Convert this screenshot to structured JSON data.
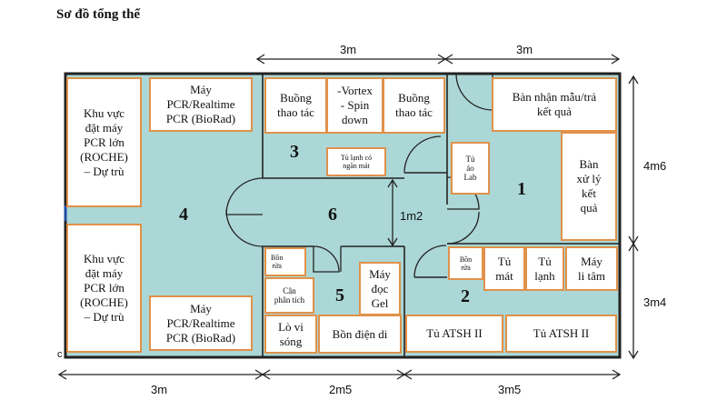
{
  "title": "Sơ đồ tổng thể",
  "colors": {
    "floor": "#abd7d6",
    "wall": "#222222",
    "box_border": "#e0914a",
    "box_fill": "#ffffff"
  },
  "dimensions": {
    "top_left": "3m",
    "top_right": "3m",
    "right_upper": "4m6",
    "right_lower": "3m4",
    "bottom_left": "3m",
    "bottom_mid": "2m5",
    "bottom_right": "3m5",
    "inner_vertical": "1m2"
  },
  "corner_mark": "c",
  "rooms": {
    "r1": "1",
    "r2": "2",
    "r3": "3",
    "r4": "4",
    "r5": "5",
    "r6": "6"
  },
  "equipment": {
    "khu_vuc_top": "Khu vực\nđặt máy\nPCR lớn\n(ROCHE)\n– Dự trù",
    "khu_vuc_bottom": "Khu vực\nđặt máy\nPCR lớn\n(ROCHE)\n– Dự trù",
    "may_pcr_top": "Máy\nPCR/Realtime\nPCR (BioRad)",
    "may_pcr_bottom": "Máy\nPCR/Realtime\nPCR (BioRad)",
    "buong_thao_tac_1": "Buồng\nthao tác",
    "vortex": "-Vortex\n- Spin\ndown",
    "buong_thao_tac_2": "Buồng\nthao tác",
    "tu_lanh_ngan_mat": "Tủ lạnh có\nngăn mát",
    "ban_nhan_mau": "Bàn nhận mẫu/trả\nkết quả",
    "tu_ao_lab": "Tủ\náo\nLab",
    "ban_xu_ly": "Bàn\nxử lý\nkết\nquả",
    "bon_rua_5": "Bồn\nrửa",
    "can_phan_tich": "Cân\nphân tích",
    "may_doc_gel": "Máy\nđọc\nGel",
    "lo_vi_song": "Lò vi\nsóng",
    "bon_dien_di": "Bồn điện di",
    "bon_rua_2": "Bồn\nrửa",
    "tu_mat": "Tủ\nmát",
    "tu_lanh": "Tủ\nlạnh",
    "may_li_tam": "Máy\nli tâm",
    "tu_atsh_1": "Tủ ATSH II",
    "tu_atsh_2": "Tủ ATSH II"
  }
}
